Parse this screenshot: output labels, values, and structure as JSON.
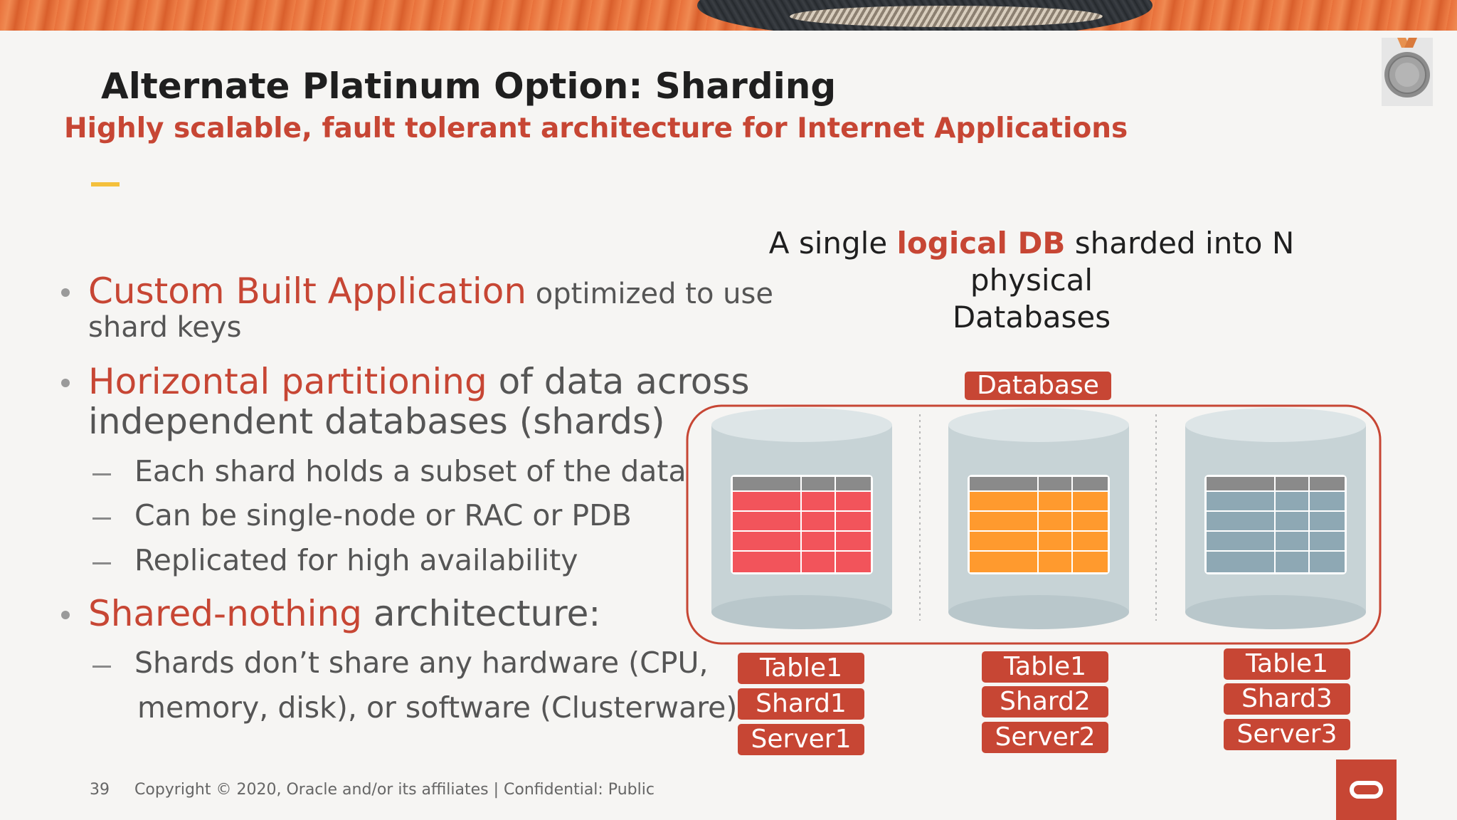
{
  "slide": {
    "title": "Alternate Platinum Option:  Sharding",
    "subtitle": "Highly scalable, fault tolerant architecture for Internet Applications"
  },
  "bullets": [
    {
      "highlight": "Custom Built Application",
      "text": " optimized to use",
      "continuation": "shard keys"
    },
    {
      "highlight": "Horizontal partitioning",
      "text": " of data across",
      "continuation": "independent databases (shards)",
      "subitems": [
        "Each shard holds a subset of the data",
        "Can be single-node or RAC or PDB",
        "Replicated for high availability"
      ]
    },
    {
      "highlight": "Shared-nothing",
      "text": " architecture:",
      "subitems": [
        "Shards don’t share any hardware (CPU,",
        "memory, disk), or software (Clusterware)"
      ]
    }
  ],
  "diagram": {
    "caption_pre": "A single ",
    "caption_highlight": "logical DB",
    "caption_post": " sharded into N physical",
    "caption_line2": "Databases",
    "database_label": "Database",
    "shards": [
      {
        "table": "Table1",
        "shard": "Shard1",
        "server": "Server1",
        "color": "#f2545b"
      },
      {
        "table": "Table1",
        "shard": "Shard2",
        "server": "Server2",
        "color": "#ff9a2e"
      },
      {
        "table": "Table1",
        "shard": "Shard3",
        "server": "Server3",
        "color": "#8ea8b4"
      }
    ]
  },
  "footer": {
    "page_number": "39",
    "copyright": "Copyright © 2020, Oracle and/or its affiliates  |  Confidential: Public"
  },
  "colors": {
    "accent_red": "#c74634",
    "accent_yellow": "#f4c03c",
    "cylinder": "#c7d3d6"
  }
}
